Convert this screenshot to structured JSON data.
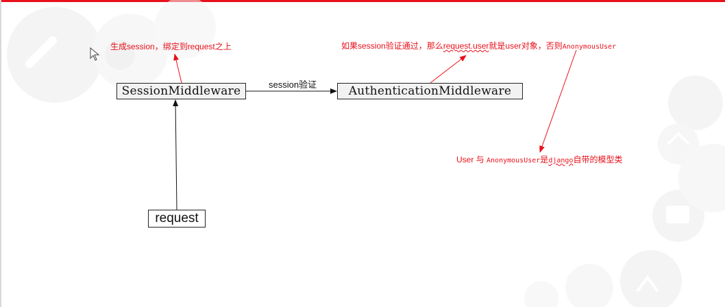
{
  "nodes": {
    "session_middleware": "SessionMiddleware",
    "authentication_middleware": "AuthenticationMiddleware",
    "request": "request"
  },
  "edge_label": "session验证",
  "notes": {
    "note1": "生成session，绑定到request之上",
    "note2_prefix": "如果session验证通过，那么",
    "note2_underlined": "request.user",
    "note2_mid": "就是user对象，否则",
    "note2_mono": "AnonymousUser",
    "note3_prefix": "User 与 ",
    "note3_mono": "AnonymousUser",
    "note3_mid": "是",
    "note3_underlined": "django",
    "note3_suffix": "自带的模型类"
  },
  "colors": {
    "annotation": "#e8101a",
    "arrow": "#111111",
    "accent_bar": "#e8101a",
    "background_decor": "#e9e9e9"
  }
}
